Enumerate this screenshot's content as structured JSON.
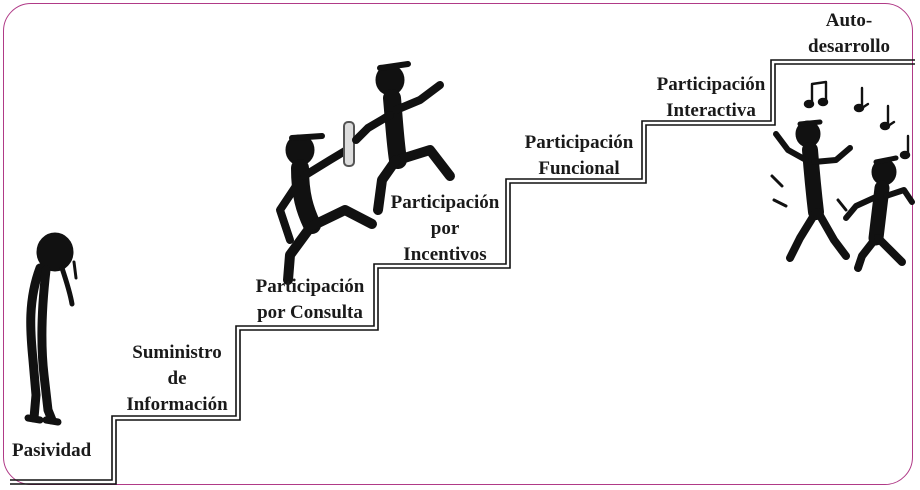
{
  "border_color": "#b03a87",
  "ink_color": "#111111",
  "steps": [
    {
      "label": "Pasividad"
    },
    {
      "label_line1": "Suministro",
      "label_line2": "de",
      "label_line3": "Información"
    },
    {
      "label_line1": "Participación",
      "label_line2": "por Consulta"
    },
    {
      "label_line1": "Participación",
      "label_line2": "por",
      "label_line3": "Incentivos"
    },
    {
      "label_line1": "Participación",
      "label_line2": "Funcional"
    },
    {
      "label_line1": "Participación",
      "label_line2": "Interactiva"
    },
    {
      "label_line1": "Auto-",
      "label_line2": "desarrollo"
    }
  ],
  "figures": [
    "sad-figure",
    "running-figures-with-baton",
    "dancing-figures-with-music-notes"
  ]
}
